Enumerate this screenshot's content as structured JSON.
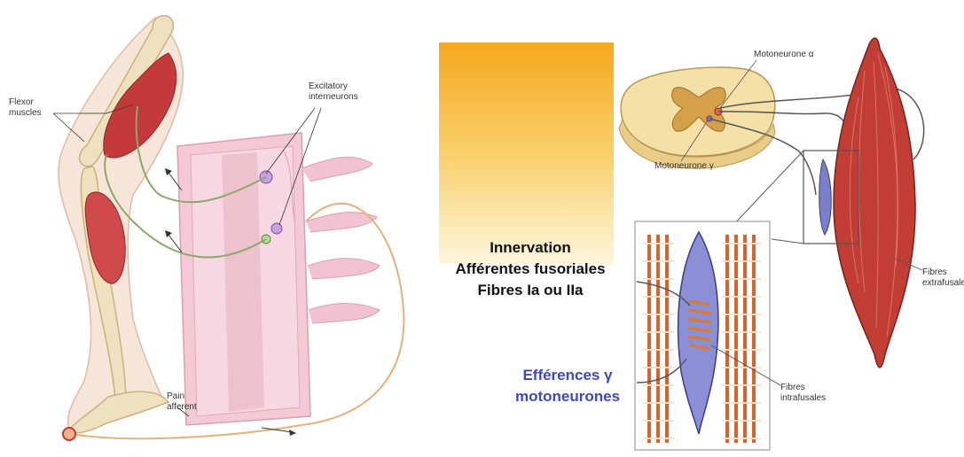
{
  "left_labels": {
    "flexor_line1": "Flexor",
    "flexor_line2": "muscles",
    "excitatory_line1": "Excitatory",
    "excitatory_line2": "interneurons",
    "pain_line1": "Pain",
    "pain_line2": "afferent"
  },
  "center_text": {
    "line1": "Innervation",
    "line2": "Afférentes fusoriales",
    "line3": "Fibres Ia ou IIa",
    "efferent_line1": "Efférences γ",
    "efferent_line2": "motoneurones"
  },
  "right_labels": {
    "motoneurone_alpha": "Motoneurone α",
    "motoneurone_gamma": "Motoneurone γ",
    "fibres_extra_line1": "Fibres",
    "fibres_extra_line2": "extrafusales",
    "fibres_intra_line1": "Fibres",
    "fibres_intra_line2": "intrafusales"
  },
  "colors": {
    "muscle_red": "#c43a3a",
    "bone": "#efe1bf",
    "spinal_pink": "#f3c9d6",
    "gradient_top": "#f6a81e",
    "gradient_bottom": "#fdf6dc",
    "efferent_blue": "#3d47c2"
  }
}
